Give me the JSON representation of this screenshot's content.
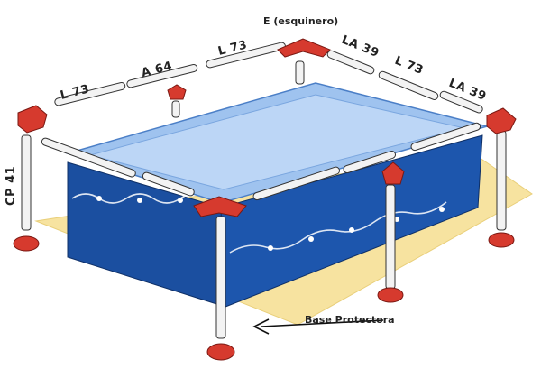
{
  "labels": {
    "corner": "E (esquinero)",
    "l73_left": "L 73",
    "a64": "A 64",
    "l73_top": "L 73",
    "la39_a": "LA 39",
    "l73_right": "L 73",
    "la39_b": "LA 39",
    "cp41": "CP 41",
    "base": "Base Protectora"
  },
  "colors": {
    "base_mat": "#f7e3a0",
    "pool_blue": "#1b4fa0",
    "pool_light": "#9fc3ef",
    "water": "#bcd6f6",
    "connector_red": "#d63a2e",
    "pipe_white": "#f3f3f3"
  }
}
